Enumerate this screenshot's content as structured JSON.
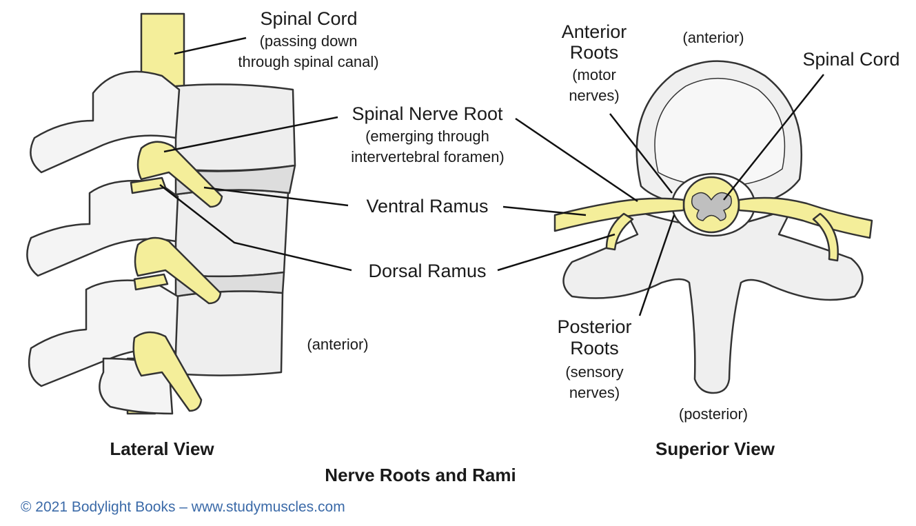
{
  "title": "Nerve Roots and Rami",
  "copyright": "© 2021 Bodylight Books –  www.studymuscles.com",
  "colors": {
    "nerve": "#f4ee9a",
    "bone": "#f2f2f2",
    "shade": "#b9b9b9",
    "outline": "#333333",
    "copyright": "#3b6aa8"
  },
  "lateral": {
    "caption": "Lateral View",
    "anterior": "(anterior)",
    "spinal_cord": "Spinal Cord",
    "spinal_cord_sub1": "(passing down",
    "spinal_cord_sub2": "through spinal canal)",
    "nerve_root": "Spinal Nerve Root",
    "nerve_root_sub1": "(emerging through",
    "nerve_root_sub2": "intervertebral foramen)",
    "ventral": "Ventral Ramus",
    "dorsal": "Dorsal Ramus"
  },
  "superior": {
    "caption": "Superior View",
    "anterior": "(anterior)",
    "posterior": "(posterior)",
    "spinal_cord": "Spinal Cord",
    "anterior_roots_1": "Anterior",
    "anterior_roots_2": "Roots",
    "anterior_roots_sub1": "(motor",
    "anterior_roots_sub2": "nerves)",
    "posterior_roots_1": "Posterior",
    "posterior_roots_2": "Roots",
    "posterior_roots_sub1": "(sensory",
    "posterior_roots_sub2": "nerves)"
  }
}
